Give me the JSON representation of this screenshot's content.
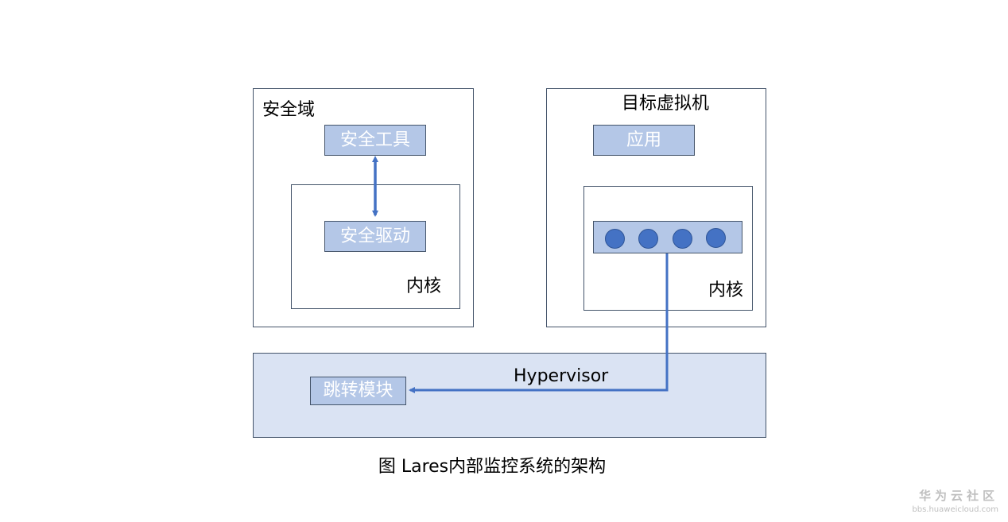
{
  "security_domain": {
    "title": "安全域",
    "tool": "安全工具",
    "kernel": {
      "driver": "安全驱动",
      "label": "内核"
    }
  },
  "target_vm": {
    "title": "目标虚拟机",
    "app": "应用",
    "kernel": {
      "label": "内核",
      "dot_count": 4
    }
  },
  "hypervisor": {
    "label": "Hypervisor",
    "jump_module": "跳转模块"
  },
  "caption": "图  Lares内部监控系统的架构",
  "watermark": {
    "name": "华为云社区",
    "url": "bbs.huaweicloud.com"
  },
  "colors": {
    "module_fill": "#b4c7e7",
    "hypervisor_fill": "#dae3f3",
    "arrow": "#4472c4",
    "border": "#44546a"
  }
}
